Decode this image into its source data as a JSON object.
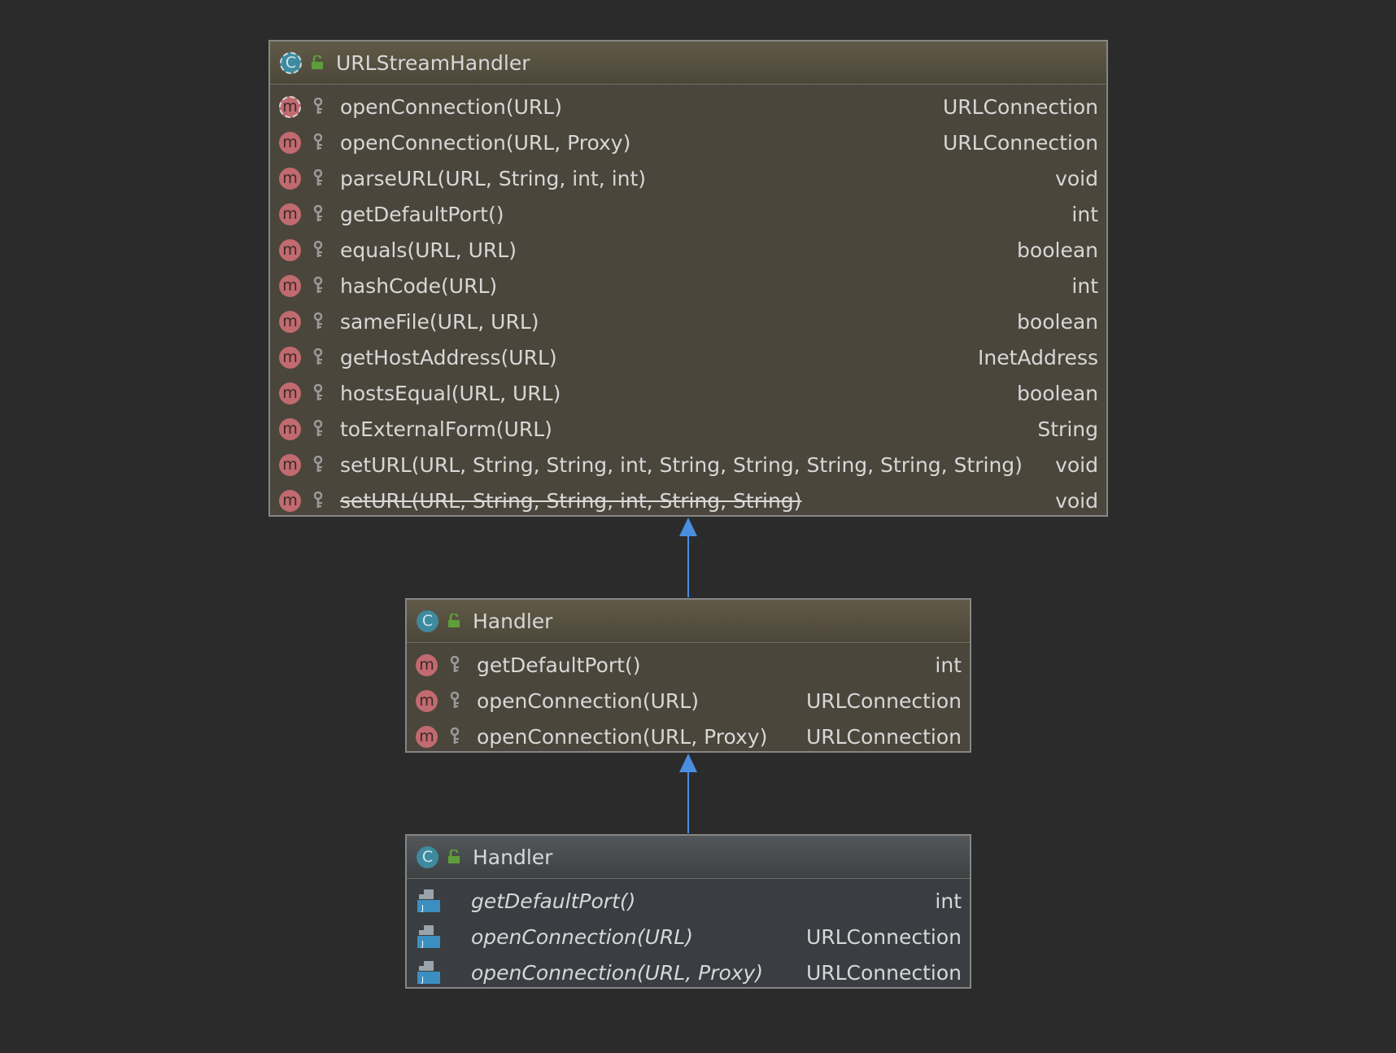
{
  "diagram": {
    "colors": {
      "background": "#2b2b2b",
      "arrow": "#4a8ee0",
      "method_badge": "#c16a70",
      "class_badge": "#3e8a9e"
    },
    "top_class": {
      "name": "URLStreamHandler",
      "badge": "C",
      "methods": [
        {
          "badge": "m",
          "signature": "openConnection(URL)",
          "returns": "URLConnection"
        },
        {
          "badge": "m",
          "signature": "openConnection(URL, Proxy)",
          "returns": "URLConnection"
        },
        {
          "badge": "m",
          "signature": "parseURL(URL, String, int, int)",
          "returns": "void"
        },
        {
          "badge": "m",
          "signature": "getDefaultPort()",
          "returns": "int"
        },
        {
          "badge": "m",
          "signature": "equals(URL, URL)",
          "returns": "boolean"
        },
        {
          "badge": "m",
          "signature": "hashCode(URL)",
          "returns": "int"
        },
        {
          "badge": "m",
          "signature": "sameFile(URL, URL)",
          "returns": "boolean"
        },
        {
          "badge": "m",
          "signature": "getHostAddress(URL)",
          "returns": "InetAddress"
        },
        {
          "badge": "m",
          "signature": "hostsEqual(URL, URL)",
          "returns": "boolean"
        },
        {
          "badge": "m",
          "signature": "toExternalForm(URL)",
          "returns": "String"
        },
        {
          "badge": "m",
          "signature": "setURL(URL, String, String, int, String, String, String, String, String)",
          "returns": "void"
        },
        {
          "badge": "m",
          "signature": "setURL(URL, String, String, int, String, String)",
          "returns": "void"
        }
      ]
    },
    "middle_class": {
      "name": "Handler",
      "badge": "C",
      "methods": [
        {
          "badge": "m",
          "signature": "getDefaultPort()",
          "returns": "int"
        },
        {
          "badge": "m",
          "signature": "openConnection(URL)",
          "returns": "URLConnection"
        },
        {
          "badge": "m",
          "signature": "openConnection(URL, Proxy)",
          "returns": "URLConnection"
        }
      ]
    },
    "bottom_class": {
      "name": "Handler",
      "badge": "C",
      "icon_letter": "J",
      "methods": [
        {
          "signature": "getDefaultPort()",
          "returns": "int"
        },
        {
          "signature": "openConnection(URL)",
          "returns": "URLConnection"
        },
        {
          "signature": "openConnection(URL, Proxy)",
          "returns": "URLConnection"
        }
      ]
    }
  }
}
